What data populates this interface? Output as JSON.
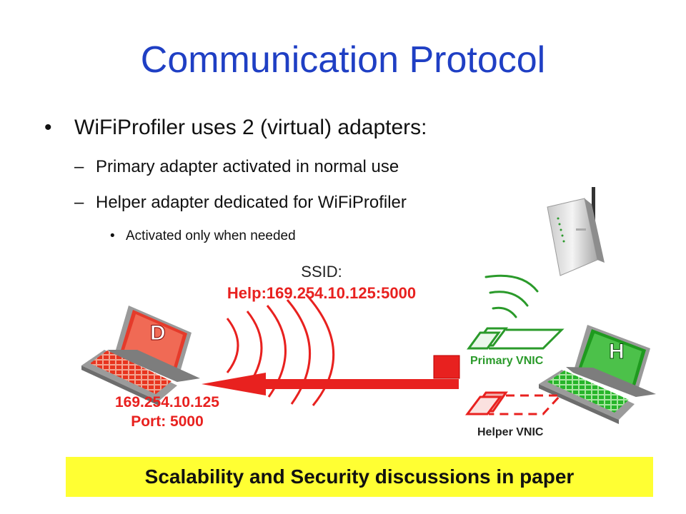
{
  "title": "Communication Protocol",
  "bullets": {
    "main": "WiFiProfiler uses 2 (virtual) adapters:",
    "sub1": "Primary adapter activated in normal use",
    "sub2": "Helper adapter dedicated for WiFiProfiler",
    "subsub": "Activated only when needed",
    "mark_main": "•",
    "mark_sub": "–",
    "mark_subsub": "•"
  },
  "diagram": {
    "ssid_label": "SSID:",
    "ssid_value": "Help:169.254.10.125:5000",
    "device_d_label": "D",
    "device_h_label": "H",
    "device_ip": "169.254.10.125",
    "device_port": "Port: 5000",
    "primary_vnic": "Primary VNIC",
    "helper_vnic": "Helper VNIC",
    "colors": {
      "red": "#e8211f",
      "green": "#2a9a2a",
      "blue": "#1f3fc4"
    },
    "icons": [
      "laptop-d-icon",
      "laptop-h-icon",
      "access-point-icon",
      "wifi-waves-icon",
      "nic-card-icon"
    ]
  },
  "footer": "Scalability and Security discussions in paper"
}
